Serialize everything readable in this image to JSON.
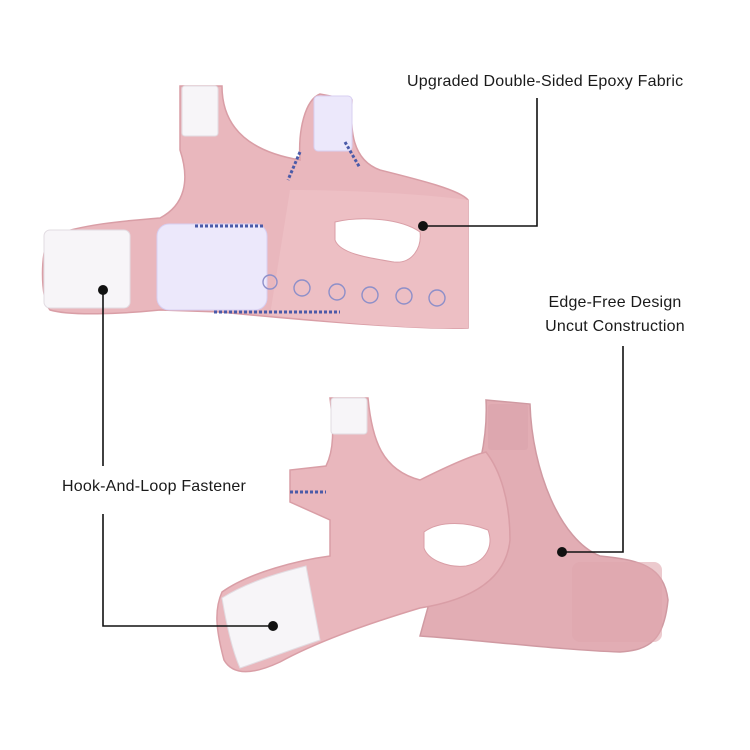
{
  "callouts": {
    "epoxy": "Upgraded Double-Sided Epoxy Fabric",
    "edge_line1": "Edge-Free Design",
    "edge_line2": "Uncut Construction",
    "hook": "Hook-And-Loop Fastener"
  },
  "colors": {
    "strap_pink": "#e9b7bd",
    "strap_pink_dark": "#d99ea6",
    "velcro_white": "#f7f5f8",
    "pad_lavender": "#ece8fb",
    "stitch_blue": "#4a5aa8",
    "line_black": "#111111"
  }
}
